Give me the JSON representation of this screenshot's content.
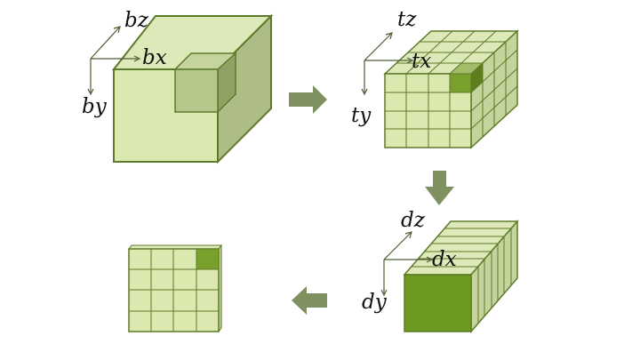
{
  "colors": {
    "face_front": "#dbe9b1",
    "face_top": "#dde9b9",
    "face_side": "#aebd85",
    "edge": "#5d7a28",
    "highlight": "#7aa02c",
    "highlight_side": "#5c7f1c",
    "sub_front": "#b6c78b",
    "sub_side": "#8fa263",
    "arrow": "#7f9160",
    "axis": "#4d5e32"
  },
  "labels": {
    "block_x": "bx",
    "block_y": "by",
    "block_z": "bz",
    "thread_x": "tx",
    "thread_y": "ty",
    "thread_z": "tz",
    "data_x": "dx",
    "data_y": "dy",
    "data_z": "dz"
  }
}
